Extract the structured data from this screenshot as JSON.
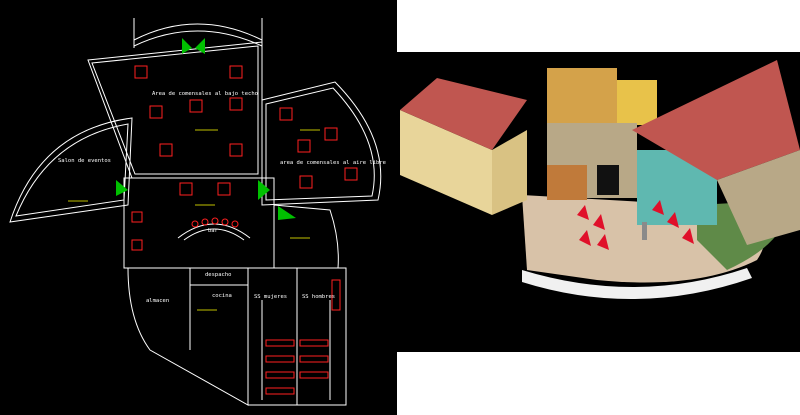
{
  "plan": {
    "rooms": {
      "covered_dining": "Area de comensales al bajo techo",
      "event_hall": "Salon de eventos",
      "open_air_dining": "area de comensales al aire libre",
      "bar": "bar",
      "office": "despacho",
      "kitchen": "cocina",
      "storage": "almacen",
      "womens_restroom": "SS mujeres",
      "mens_restroom": "SS hombres"
    },
    "colors": {
      "background": "#000000",
      "walls": "#ffffff",
      "furniture": "#ff0000",
      "tags": "#ffff00",
      "doors": "#00c000"
    }
  },
  "render": {
    "colors": {
      "roof": "#c05650",
      "wall": "#e8d59a",
      "floor": "#d8c2a8",
      "chairs": "#e0102a",
      "glass": "#5fb8b0"
    }
  }
}
